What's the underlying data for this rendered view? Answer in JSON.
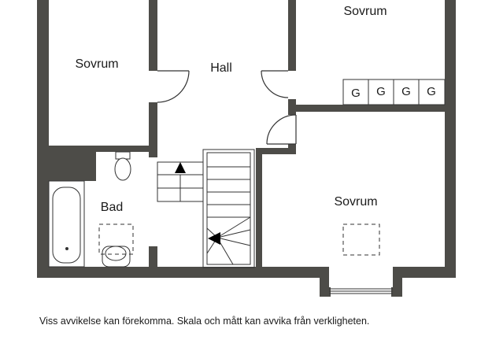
{
  "rooms": {
    "bedroom_top_left": "Sovrum",
    "hall": "Hall",
    "bedroom_top_right": "Sovrum",
    "bathroom": "Bad",
    "bedroom_bottom_right": "Sovrum"
  },
  "wardrobes": [
    "G",
    "G",
    "G",
    "G"
  ],
  "disclaimer": "Viss avvikelse kan förekomma. Skala och mått kan avvika från verkligheten.",
  "colors": {
    "wall": "#4d4c48",
    "line": "#333333",
    "background": "#ffffff"
  }
}
